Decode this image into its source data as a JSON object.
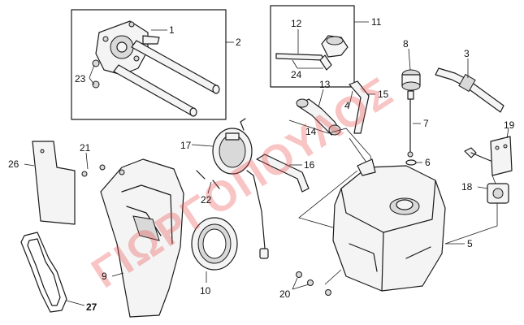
{
  "watermark": "ΓΙΩΡΓΟΠΟΥΛΟΣ",
  "colors": {
    "line": "#1a1a1a",
    "watermark": "#ea4a4a"
  },
  "labels": {
    "l1": "1",
    "l2": "2",
    "l3": "3",
    "l4": "4",
    "l5": "5",
    "l6": "6",
    "l7": "7",
    "l8": "8",
    "l9": "9",
    "l10": "10",
    "l11": "11",
    "l12": "12",
    "l13": "13",
    "l14": "14",
    "l15": "15",
    "l16": "16",
    "l17": "17",
    "l18": "18",
    "l19": "19",
    "l20": "20",
    "l21": "21",
    "l22": "22",
    "l23": "23",
    "l24": "24",
    "l26": "26",
    "l27": "27"
  }
}
